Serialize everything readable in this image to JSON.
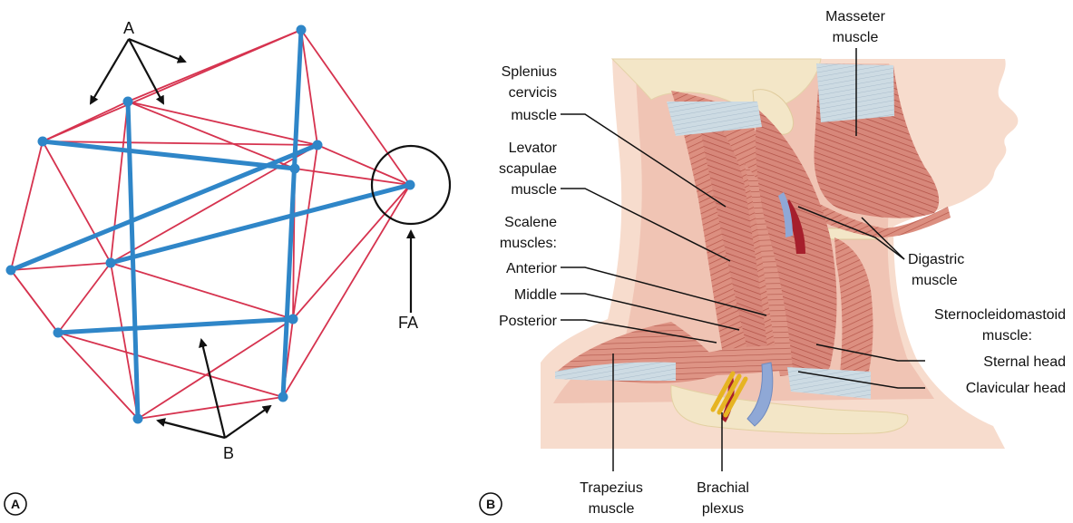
{
  "panel_a": {
    "badge": "A",
    "labels": {
      "a": "A",
      "b": "B",
      "fa": "FA"
    }
  },
  "panel_b": {
    "badge": "B",
    "labels": {
      "masseter": [
        "Masseter",
        "muscle"
      ],
      "splenius": [
        "Splenius",
        "cervicis",
        "muscle"
      ],
      "levator": [
        "Levator",
        "scapulae",
        "muscle"
      ],
      "scalene": [
        "Scalene",
        "muscles:"
      ],
      "anterior": "Anterior",
      "middle": "Middle",
      "posterior": "Posterior",
      "digastric": [
        "Digastric",
        "muscle"
      ],
      "scm": [
        "Sternocleidomastoid",
        "muscle:"
      ],
      "sternal": "Sternal head",
      "clavicular": "Clavicular head",
      "trapezius": [
        "Trapezius",
        "muscle"
      ],
      "brachial": [
        "Brachial",
        "plexus"
      ]
    }
  },
  "colors": {
    "tension_line": "#d6334f",
    "strut": "#2f86c8",
    "node": "#2f86c8",
    "skin": "#f6d8c8",
    "bone": "#f3e8c8",
    "muscle": "#d9897a",
    "muscle_stripe": "#b8584c",
    "tendon": "#c3d3dd",
    "artery": "#a8202c",
    "vein": "#8ea8d4",
    "nerve": "#f1c232"
  }
}
